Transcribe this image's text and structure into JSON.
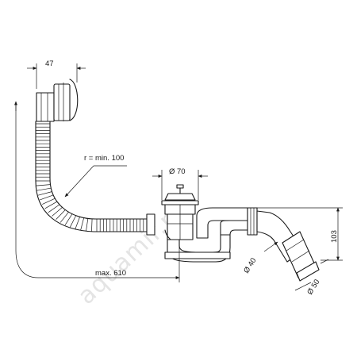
{
  "watermark": "aquamir.ru",
  "dimensions": {
    "overflow_width": "47",
    "bend_radius": "r = min. 100",
    "waste_diameter": "Ø 70",
    "length": "max. 610",
    "height": "103",
    "pipe_diameter_inner": "Ø 40",
    "pipe_diameter_outer": "Ø 50"
  }
}
